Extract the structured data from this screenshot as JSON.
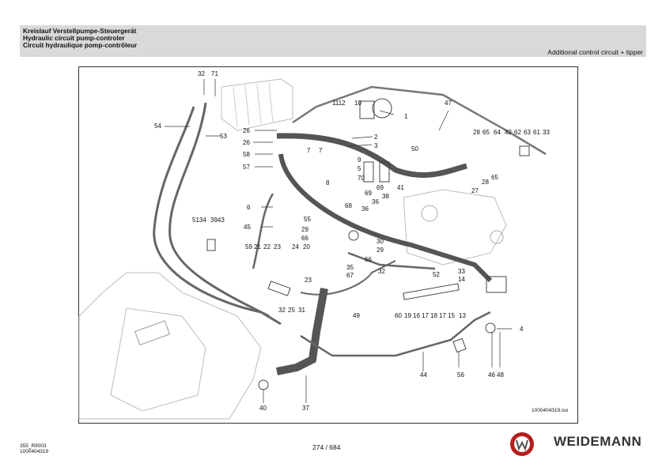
{
  "header": {
    "title_de": "Kreislauf Verstellpumpe-Steuergerät",
    "title_en": "Hydraulic circuit pump-controler",
    "title_fr": "Circuit hydraulique pomp-contrôleur",
    "subtitle": "Additional control circuit + tipper"
  },
  "diagram": {
    "image_id": "1000404319.iso",
    "labels": [
      "32",
      "71",
      "1112",
      "10",
      "47",
      "1",
      "54",
      "53",
      "26",
      "2",
      "26",
      "3",
      "50",
      "28",
      "65",
      "64",
      "42",
      "62",
      "63",
      "61",
      "33",
      "7",
      "7",
      "58",
      "9",
      "57",
      "5",
      "27",
      "28",
      "65",
      "8",
      "69",
      "41",
      "70",
      "69",
      "38",
      "6",
      "68",
      "36",
      "36",
      "55",
      "5134",
      "3943",
      "45",
      "29",
      "66",
      "30",
      "29",
      "66",
      "59",
      "21",
      "22",
      "23",
      "24",
      "20",
      "35",
      "67",
      "32",
      "52",
      "33",
      "14",
      "23",
      "32",
      "25",
      "31",
      "49",
      "60",
      "19",
      "16",
      "17",
      "18",
      "17",
      "15",
      "13",
      "4",
      "44",
      "56",
      "46",
      "48",
      "40",
      "37"
    ]
  },
  "footer": {
    "doc_code": "355_R9003",
    "doc_number": "1000404319",
    "page": "274 / 684",
    "brand": "WEIDEMANN"
  }
}
